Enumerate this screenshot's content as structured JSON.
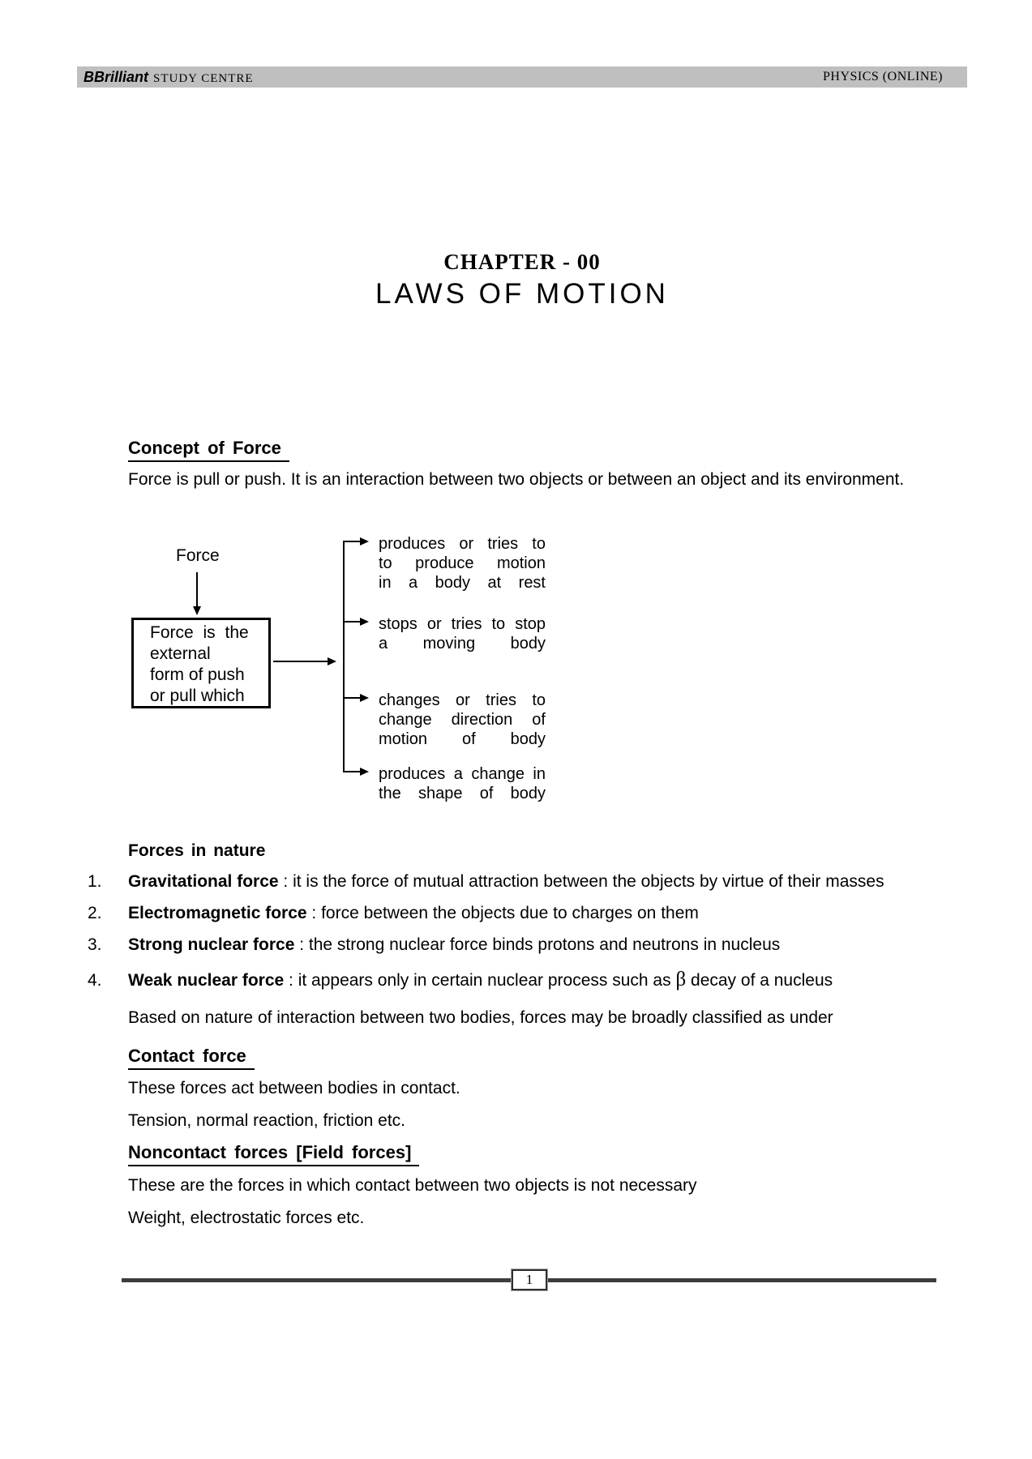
{
  "header": {
    "brand_bold": "BBrilliant",
    "brand_rest": "STUDY CENTRE",
    "right": "PHYSICS (ONLINE)"
  },
  "title": {
    "chapter": "CHAPTER - 00",
    "main": "LAWS OF MOTION"
  },
  "concept": {
    "heading": "Concept of Force",
    "intro": "Force is pull or push. It is an interaction between two objects or between an object and its environment."
  },
  "diagram": {
    "force_label": "Force",
    "box_text": "Force is the\nexternal\nform of push\nor pull which",
    "branches": [
      {
        "text": "produces or tries to\nto produce motion\nin a body at rest"
      },
      {
        "text": "stops or tries to stop\na moving body"
      },
      {
        "text": "changes or tries to\nchange direction of\nmotion of body"
      },
      {
        "text": "produces a change in\nthe shape of body"
      }
    ]
  },
  "forces": {
    "heading": "Forces in nature",
    "items": [
      {
        "num": "1.",
        "term": "Gravitational force",
        "desc": " : it is the force of mutual attraction between the objects by virtue of their masses"
      },
      {
        "num": "2.",
        "term": "Electromagnetic force",
        "desc": " : force between the objects due to charges on them"
      },
      {
        "num": "3.",
        "term": "Strong nuclear force",
        "desc": " : the strong nuclear force binds protons and neutrons in nucleus"
      },
      {
        "num": "4.",
        "term": "Weak nuclear force",
        "desc_before": " : it appears only in certain nuclear process such as ",
        "beta": "β",
        "desc_after": " decay of a nucleus"
      }
    ],
    "note": "Based on nature of interaction between two bodies, forces may be broadly classified as under"
  },
  "contact": {
    "heading": "Contact force",
    "line1": "These forces act between bodies in contact.",
    "line2": "Tension, normal reaction, friction etc."
  },
  "noncontact": {
    "heading": "Noncontact forces [Field forces]",
    "line1": "These are the forces in which contact between two objects is not necessary",
    "line2": "Weight, electrostatic forces etc."
  },
  "footer": {
    "page_number": "1"
  },
  "colors": {
    "header_bar": "#bfbfbf",
    "footer_rule": "#3d3d3d",
    "text": "#000000"
  }
}
